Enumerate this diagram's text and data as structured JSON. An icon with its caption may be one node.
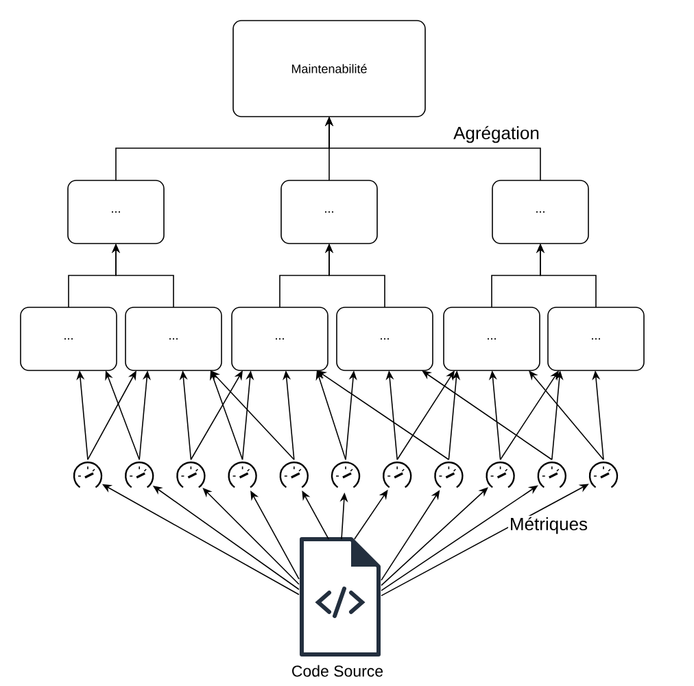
{
  "diagram": {
    "nodes": [
      {
        "text": [
          "Maintenabilité"
        ]
      },
      {
        "text": [
          "..."
        ]
      },
      {
        "text": [
          "..."
        ]
      },
      {
        "text": [
          "..."
        ]
      },
      {
        "text": [
          "..."
        ]
      },
      {
        "text": [
          "..."
        ]
      },
      {
        "text": [
          "..."
        ]
      },
      {
        "text": [
          "..."
        ]
      },
      {
        "text": [
          "..."
        ]
      },
      {
        "text": [
          "..."
        ]
      },
      {
        "text": [],
        "shape": "gauge"
      },
      {
        "text": [],
        "shape": "gauge"
      },
      {
        "text": [],
        "shape": "gauge"
      },
      {
        "text": [],
        "shape": "gauge"
      },
      {
        "text": [],
        "shape": "gauge"
      },
      {
        "text": [],
        "shape": "gauge"
      },
      {
        "text": [],
        "shape": "gauge"
      },
      {
        "text": [],
        "shape": "gauge"
      },
      {
        "text": [],
        "shape": "gauge"
      },
      {
        "text": [],
        "shape": "gauge"
      },
      {
        "text": [],
        "shape": "gauge"
      },
      {
        "text": [
          "Code Source"
        ]
      }
    ],
    "edges": [
      {
        "from": 1,
        "to": 0,
        "arrow": "to"
      },
      {
        "from": 2,
        "to": 0,
        "arrow": "to"
      },
      {
        "from": 3,
        "to": 0,
        "arrow": "to"
      },
      {
        "from": 4,
        "to": 1,
        "arrow": "to"
      },
      {
        "from": 5,
        "to": 1,
        "arrow": "to"
      },
      {
        "from": 6,
        "to": 2,
        "arrow": "to"
      },
      {
        "from": 7,
        "to": 2,
        "arrow": "to"
      },
      {
        "from": 8,
        "to": 3,
        "arrow": "to"
      },
      {
        "from": 9,
        "to": 3,
        "arrow": "to"
      },
      {
        "from": 10,
        "to": 4,
        "arrow": "to"
      },
      {
        "from": 10,
        "to": 5,
        "arrow": "to"
      },
      {
        "from": 11,
        "to": 4,
        "arrow": "to"
      },
      {
        "from": 11,
        "to": 5,
        "arrow": "to"
      },
      {
        "from": 12,
        "to": 5,
        "arrow": "to"
      },
      {
        "from": 12,
        "to": 6,
        "arrow": "to"
      },
      {
        "from": 13,
        "to": 5,
        "arrow": "to"
      },
      {
        "from": 13,
        "to": 6,
        "arrow": "to"
      },
      {
        "from": 14,
        "to": 5,
        "arrow": "to"
      },
      {
        "from": 14,
        "to": 6,
        "arrow": "to"
      },
      {
        "from": 15,
        "to": 6,
        "arrow": "to"
      },
      {
        "from": 15,
        "to": 7,
        "arrow": "to"
      },
      {
        "from": 16,
        "to": 7,
        "arrow": "to"
      },
      {
        "from": 16,
        "to": 8,
        "arrow": "to"
      },
      {
        "from": 17,
        "to": 6,
        "arrow": "to"
      },
      {
        "from": 17,
        "to": 8,
        "arrow": "to"
      },
      {
        "from": 18,
        "to": 8,
        "arrow": "to"
      },
      {
        "from": 18,
        "to": 9,
        "arrow": "to"
      },
      {
        "from": 19,
        "to": 7,
        "arrow": "to"
      },
      {
        "from": 19,
        "to": 9,
        "arrow": "to"
      },
      {
        "from": 20,
        "to": 8,
        "arrow": "to"
      },
      {
        "from": 20,
        "to": 9,
        "arrow": "to"
      },
      {
        "from": 21,
        "to": 10,
        "arrow": "to"
      },
      {
        "from": 21,
        "to": 11,
        "arrow": "to"
      },
      {
        "from": 21,
        "to": 12,
        "arrow": "to"
      },
      {
        "from": 21,
        "to": 13,
        "arrow": "to"
      },
      {
        "from": 21,
        "to": 14,
        "arrow": "to"
      },
      {
        "from": 21,
        "to": 15,
        "arrow": "to"
      },
      {
        "from": 21,
        "to": 16,
        "arrow": "to"
      },
      {
        "from": 21,
        "to": 17,
        "arrow": "to"
      },
      {
        "from": 21,
        "to": 18,
        "arrow": "to"
      },
      {
        "from": 21,
        "to": 19,
        "arrow": "to"
      },
      {
        "from": 21,
        "to": 20,
        "arrow": "to"
      }
    ],
    "labels": [
      "Agrégation",
      "Métriques"
    ]
  }
}
